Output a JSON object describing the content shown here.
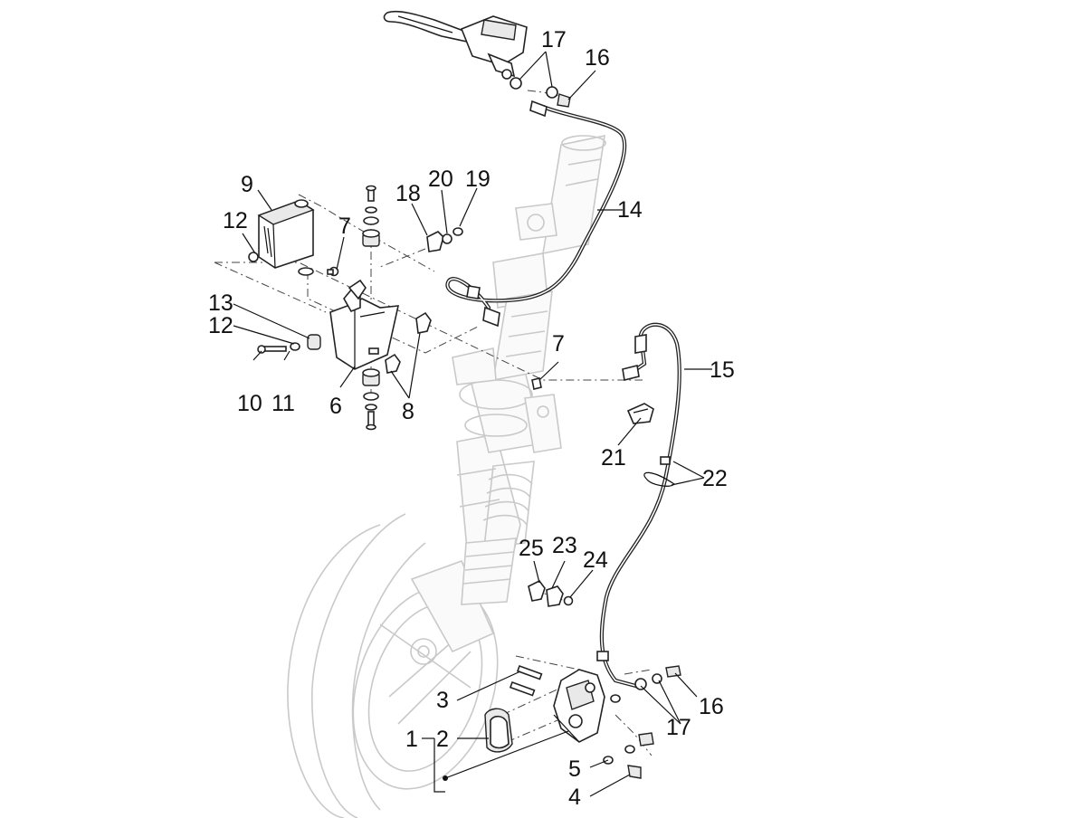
{
  "diagram": {
    "labels": {
      "l1": "1",
      "l2": "2",
      "l3": "3",
      "l4": "4",
      "l5": "5",
      "l6": "6",
      "l7a": "7",
      "l7b": "7",
      "l8": "8",
      "l9": "9",
      "l10": "10",
      "l11": "11",
      "l12a": "12",
      "l12b": "12",
      "l13": "13",
      "l14": "14",
      "l15": "15",
      "l16a": "16",
      "l16b": "16",
      "l17a": "17",
      "l17b": "17",
      "l18": "18",
      "l19": "19",
      "l20": "20",
      "l21": "21",
      "l22": "22",
      "l23": "23",
      "l24": "24",
      "l25": "25"
    },
    "parts": {
      "brake_lever": "brake-lever",
      "master_cylinder": "master-cylinder",
      "abs_unit": "abs-control-unit",
      "bracket": "abs-bracket",
      "front_hose": "front-brake-hose",
      "lower_hose": "lower-brake-hose",
      "caliper": "brake-caliper",
      "brake_pads": "brake-pads"
    }
  }
}
